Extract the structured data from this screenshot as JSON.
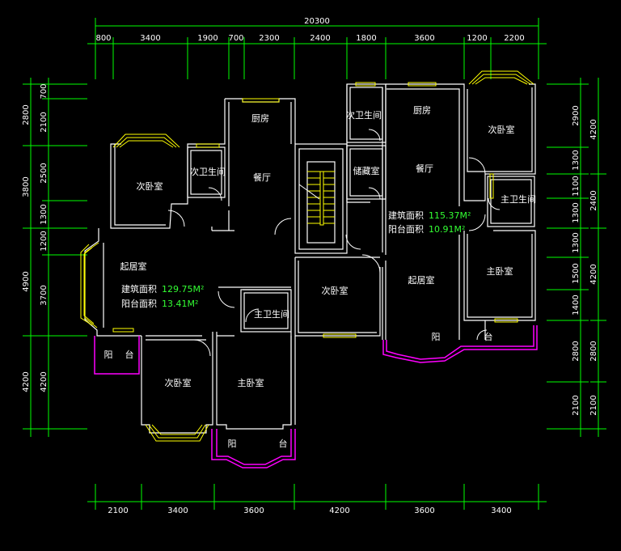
{
  "drawing": {
    "total_width": "20300",
    "top_dims": [
      "800",
      "3400",
      "1900",
      "700",
      "2300",
      "2400",
      "1800",
      "3600",
      "1200",
      "2200"
    ],
    "bottom_dims": [
      "2100",
      "3400",
      "3600",
      "4200",
      "3600",
      "3400"
    ],
    "left_outer": [
      "2800",
      "3800",
      "4900",
      "4200"
    ],
    "left_inner": [
      "700",
      "2100",
      "2500",
      "1300",
      "1200",
      "3700",
      "4200"
    ],
    "right_inner": [
      "2900",
      "1300",
      "1100",
      "1300",
      "1300",
      "1500",
      "1400",
      "2800",
      "2100"
    ],
    "right_outer": [
      "4200",
      "2400",
      "4200",
      "2800",
      "2100"
    ]
  },
  "rooms": {
    "left_living": "起居室",
    "left_kitchen": "厨房",
    "left_dining": "餐厅",
    "left_sec_bed_top": "次卧室",
    "left_sec_bath": "次卫生间",
    "left_master_bath": "主卫生间",
    "left_sec_bed_bottom": "次卧室",
    "left_master_bed": "主卧室",
    "left_balcony_a": "阳",
    "left_balcony_b": "台",
    "left_bottom_balcony_a": "阳",
    "left_bottom_balcony_b": "台",
    "right_sec_bath": "次卫生间",
    "right_storage": "储藏室",
    "right_kitchen": "厨房",
    "right_dining": "餐厅",
    "right_sec_bed_top": "次卧室",
    "right_master_bath": "主卫生间",
    "right_master_bed": "主卧室",
    "right_living": "起居室",
    "right_sec_bed_mid": "次卧室",
    "right_balcony_a": "阳",
    "right_balcony_b": "台"
  },
  "areas": {
    "left_building_label": "建筑面积",
    "left_building_value": "129.75M²",
    "left_balcony_label": "阳台面积",
    "left_balcony_value": "13.41M²",
    "right_building_label": "建筑面积",
    "right_building_value": "115.37M²",
    "right_balcony_label": "阳台面积",
    "right_balcony_value": "10.91M²"
  },
  "colors": {
    "walls": "#ffffff",
    "dimensions": "#00ff00",
    "windows": "#ffff00",
    "balcony": "#ff00ff",
    "area_values": "#33ff33",
    "background": "#000000"
  }
}
